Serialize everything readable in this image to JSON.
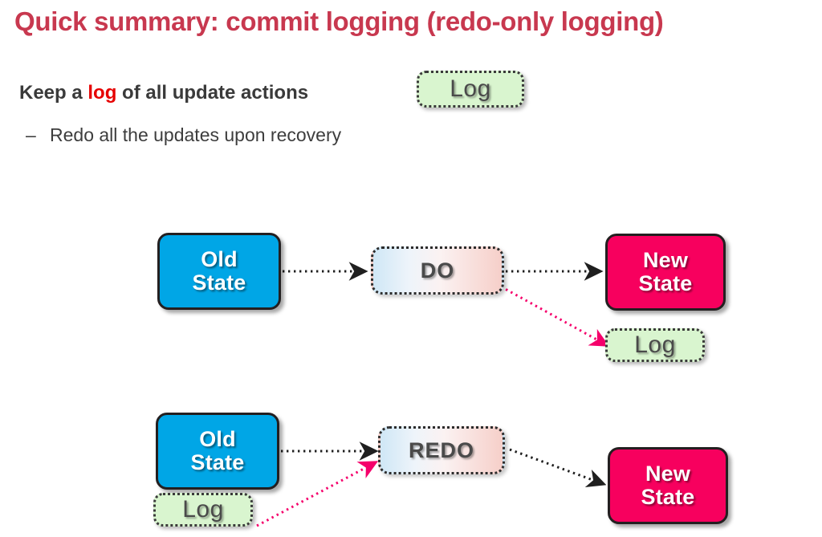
{
  "slide": {
    "title": "Quick summary: commit logging (redo-only logging)",
    "title_color": "#c8384f",
    "background_color": "#ffffff"
  },
  "body": {
    "main_bullet": {
      "before": "Keep a ",
      "highlight": "log",
      "highlight_color": "#e60000",
      "after": " of all update actions"
    },
    "sub_bullet": {
      "dash": "–",
      "text": "Redo all the updates upon recovery"
    },
    "header_log_badge": "Log"
  },
  "diagram": {
    "colors": {
      "old_state": "#00a6e6",
      "new_state": "#f7005e",
      "log_fill": "#d9f5cf",
      "arrow_black": "#1f1f1f",
      "arrow_pink": "#f5006b"
    },
    "rows": [
      {
        "name": "do-row",
        "old_state": "Old\nState",
        "old_state_line1": "Old",
        "old_state_line2": "State",
        "action": "DO",
        "new_state_line1": "New",
        "new_state_line2": "State",
        "log": "Log"
      },
      {
        "name": "redo-row",
        "old_state_line1": "Old",
        "old_state_line2": "State",
        "action": "REDO",
        "new_state_line1": "New",
        "new_state_line2": "State",
        "log": "Log"
      }
    ],
    "arrows": [
      {
        "name": "old-to-do",
        "style": "dotted-black"
      },
      {
        "name": "do-to-new",
        "style": "dotted-black"
      },
      {
        "name": "do-to-log",
        "style": "dotted-pink"
      },
      {
        "name": "old-to-redo",
        "style": "dotted-black"
      },
      {
        "name": "redo-to-new",
        "style": "dotted-black"
      },
      {
        "name": "log-to-redo",
        "style": "dotted-pink"
      }
    ]
  }
}
